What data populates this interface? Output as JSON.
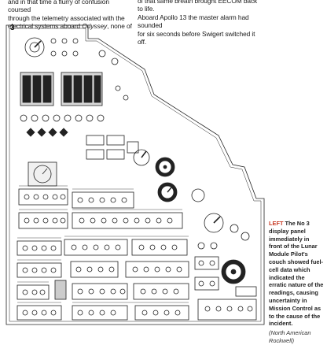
{
  "article": {
    "left_column": [
      "and in that time a flurry of confusion coursed",
      "through the telemetry associated with the",
      "electrical systems aboard Odyssey, none of"
    ],
    "right_column": [
      "of that same breath brought EECOM back to life.",
      "Aboard Apollo 13 the master alarm had sounded",
      "for six seconds before Swigert switched it off."
    ]
  },
  "figure": {
    "panel_number": "3",
    "caption_keyword": "LEFT",
    "caption_body": "The No 3 display panel immediately in front of the Lunar Module Pilot's couch showed fuel-cell data which indicated the erratic nature of the readings, causing uncertainty in Mission Control as to the cause of the incident.",
    "caption_credit": "(North American Rockwell)"
  }
}
